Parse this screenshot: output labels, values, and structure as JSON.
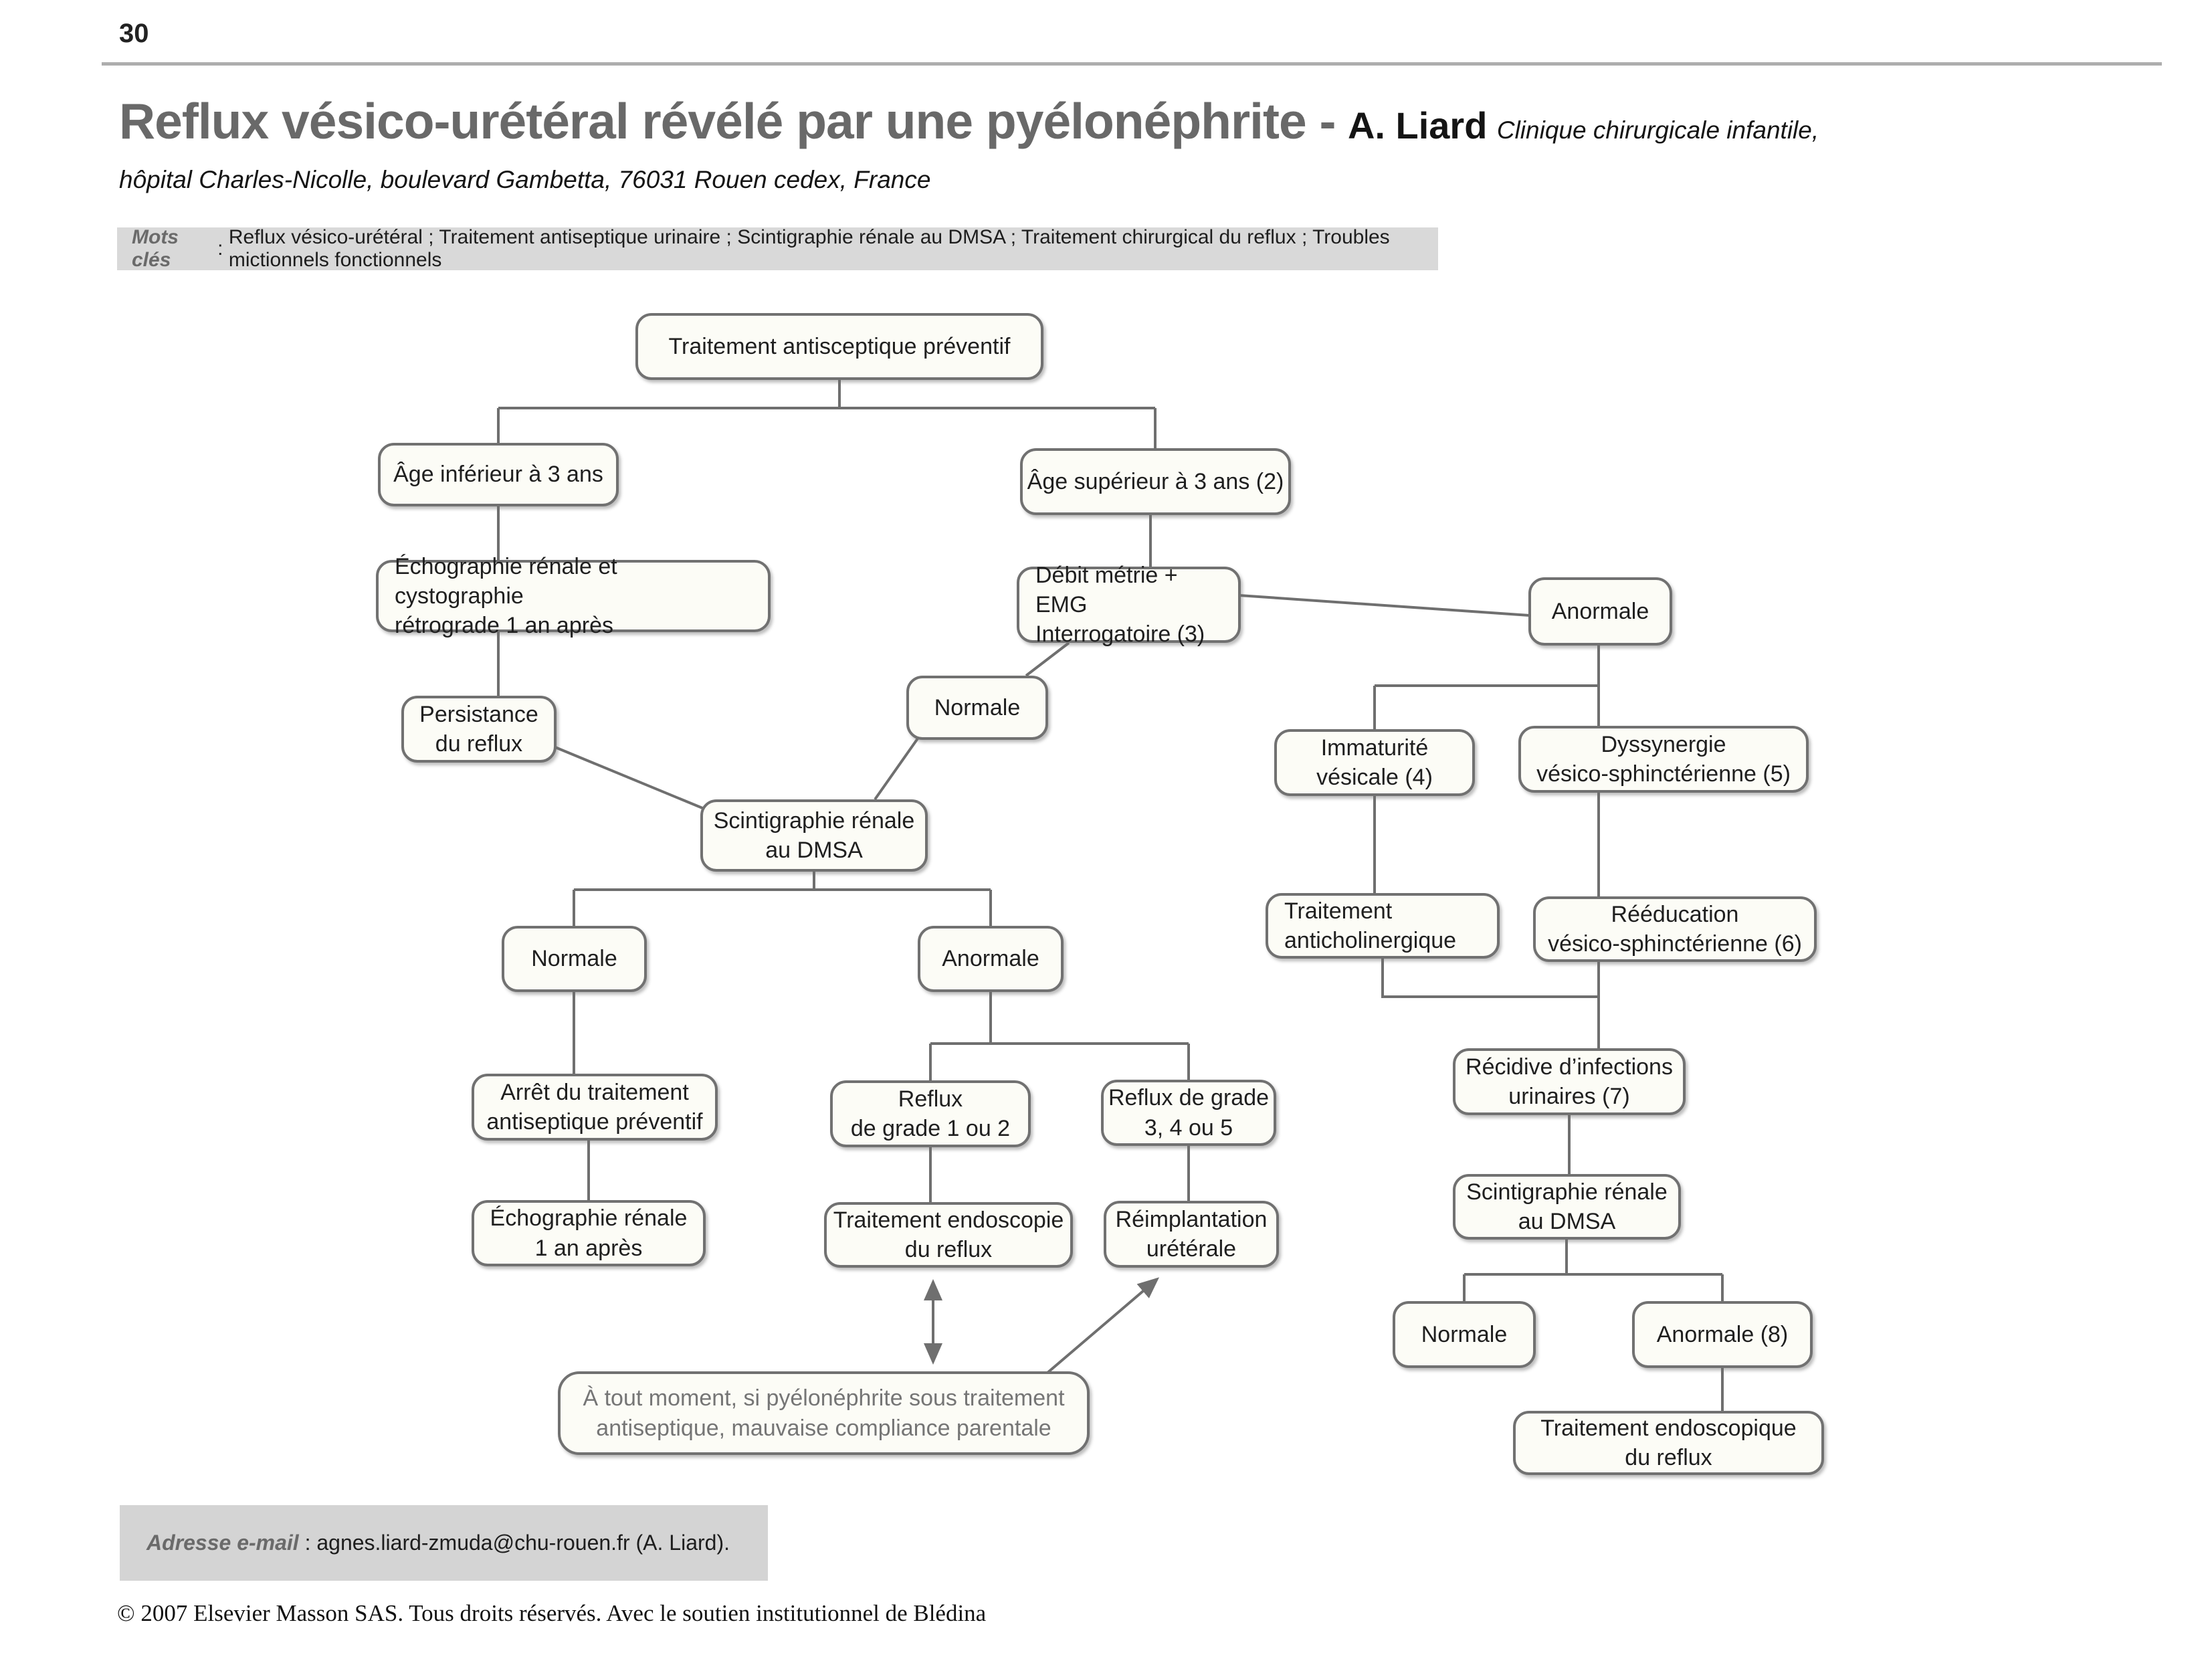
{
  "page": {
    "number": "30"
  },
  "header": {
    "title": "Reflux vésico-urétéral révélé par une pyélonéphrite -",
    "author": "A. Liard",
    "affiliation": "Clinique chirurgicale infantile,",
    "affiliation_line2": "hôpital Charles-Nicolle, boulevard Gambetta, 76031 Rouen cedex, France"
  },
  "keywords": {
    "label": "Mots clés",
    "separator": " : ",
    "text": "Reflux vésico-urétéral ; Traitement antiseptique urinaire ; Scintigraphie rénale au DMSA ; Traitement chirurgical du reflux ; Troubles mictionnels fonctionnels"
  },
  "flowchart": {
    "nodes": {
      "traitement_preventif": "Traitement antisceptique préventif",
      "age_inferieur": "Âge inférieur à 3 ans",
      "age_superieur": "Âge supérieur à 3 ans (2)",
      "echo_cysto": "Échographie rénale et cystographie\nrétrograde 1 an après",
      "debitmetrie": "Débit métrie + EMG\nInterrogatoire (3)",
      "anormale_emg": "Anormale",
      "persistance": "Persistance\ndu reflux",
      "normale_emg": "Normale",
      "scinti_dmsa_1": "Scintigraphie rénale\nau DMSA",
      "immaturite": "Immaturité\nvésicale (4)",
      "dyssynergie": "Dyssynergie\nvésico-sphinctérienne (5)",
      "normale_dmsa": "Normale",
      "anormale_dmsa": "Anormale",
      "traitement_anticholinergique": "Traitement\nanticholinergique",
      "reeducation": "Rééducation\nvésico-sphinctérienne (6)",
      "arret_traitement": "Arrêt du traitement\nantiseptique préventif",
      "reflux_grade_1_2": "Reflux\nde grade 1 ou 2",
      "reflux_grade_3_4_5": "Reflux de grade\n3, 4 ou 5",
      "recidive": "Récidive d’infections\nurinaires (7)",
      "echo_renale": "Échographie rénale\n1 an après",
      "traitement_endoscopie": "Traitement endoscopie\ndu reflux",
      "reimplantation": "Réimplantation\nurétérale",
      "scinti_dmsa_2": "Scintigraphie rénale\nau DMSA",
      "normale_2": "Normale",
      "anormale_8": "Anormale (8)",
      "traitement_endoscopique": "Traitement endoscopique\ndu reflux",
      "note": "À tout moment, si pyélonéphrite sous traitement\nantiseptique, mauvaise compliance parentale"
    }
  },
  "footer": {
    "email_label": "Adresse e-mail",
    "email_separator": " : ",
    "email_value": "agnes.liard-zmuda@chu-rouen.fr (A. Liard).",
    "copyright": "© 2007 Elsevier Masson SAS. Tous droits réservés. Avec le soutien institutionnel de Blédina"
  }
}
